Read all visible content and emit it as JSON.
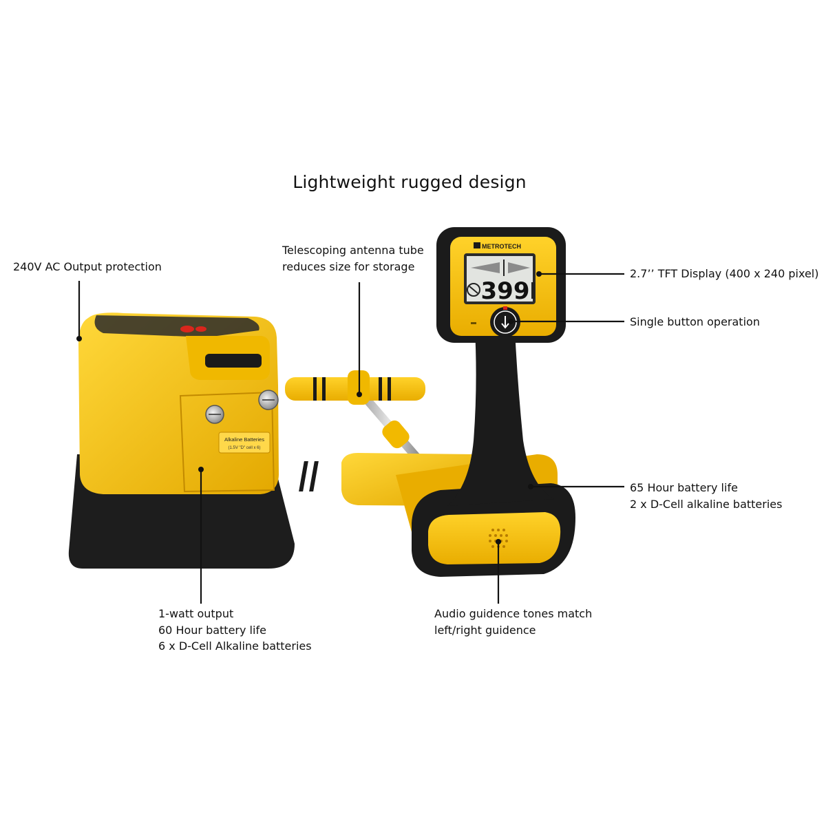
{
  "title": "Lightweight rugged design",
  "callouts": {
    "ac_protection": "240V AC Output protection",
    "antenna": [
      "Telescoping antenna tube",
      "reduces size for storage"
    ],
    "display": "2.7’’ TFT Display (400 x 240 pixel)",
    "button": "Single button operation",
    "receiver_battery": [
      "65 Hour battery life",
      "2 x D-Cell alkaline batteries"
    ],
    "transmitter": [
      "1-watt output",
      "60 Hour battery life",
      "6 x D-Cell Alkaline batteries"
    ],
    "audio": [
      "Audio guidence tones match",
      "left/right guidence"
    ]
  },
  "device": {
    "brand": "METROTECH",
    "display_reading": "399",
    "battery_label": [
      "Alkaline Batteries",
      "(1.5V \"D\" cell x 6)"
    ]
  },
  "colors": {
    "body_yellow": "#f6c41a",
    "rubber_black": "#1b1b1b",
    "line": "#111111"
  }
}
